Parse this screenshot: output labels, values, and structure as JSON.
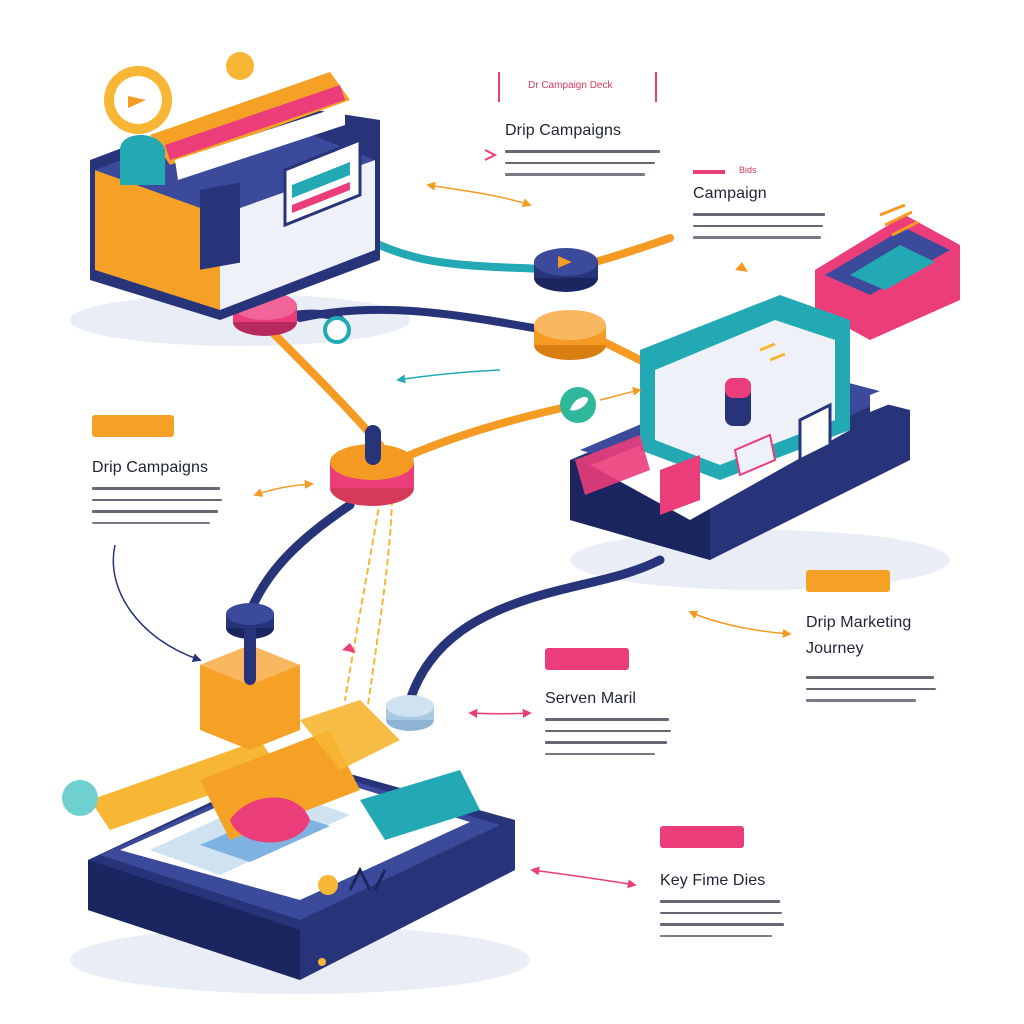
{
  "header": {
    "tag_text": "Dr Campaign Deck"
  },
  "blocks": [
    {
      "id": "block-1",
      "tag": "",
      "tag_color": "#e8454f",
      "title": "Drip Campaigns"
    },
    {
      "id": "block-2",
      "tag": "Bids",
      "tag_color": "#e8454f",
      "title": "Campaign"
    },
    {
      "id": "block-3",
      "tag": "",
      "tag_color": "#f5a126",
      "title": "Drip Campaigns"
    },
    {
      "id": "block-4",
      "tag": "",
      "tag_color": "#f5a126",
      "title": "Drip Marketing",
      "title2": "Journey"
    },
    {
      "id": "block-5",
      "tag": "",
      "tag_color": "#ea3d7a",
      "title": "Serven Maril"
    },
    {
      "id": "block-6",
      "tag": "",
      "tag_color": "#ea3d7a",
      "title": "Key Fime Dies"
    }
  ],
  "colors": {
    "navy": "#27347a",
    "orange": "#f59a23",
    "pink": "#ea3d7a",
    "teal": "#23a9b4",
    "yellow": "#f7b633",
    "light": "#eef1f8"
  }
}
